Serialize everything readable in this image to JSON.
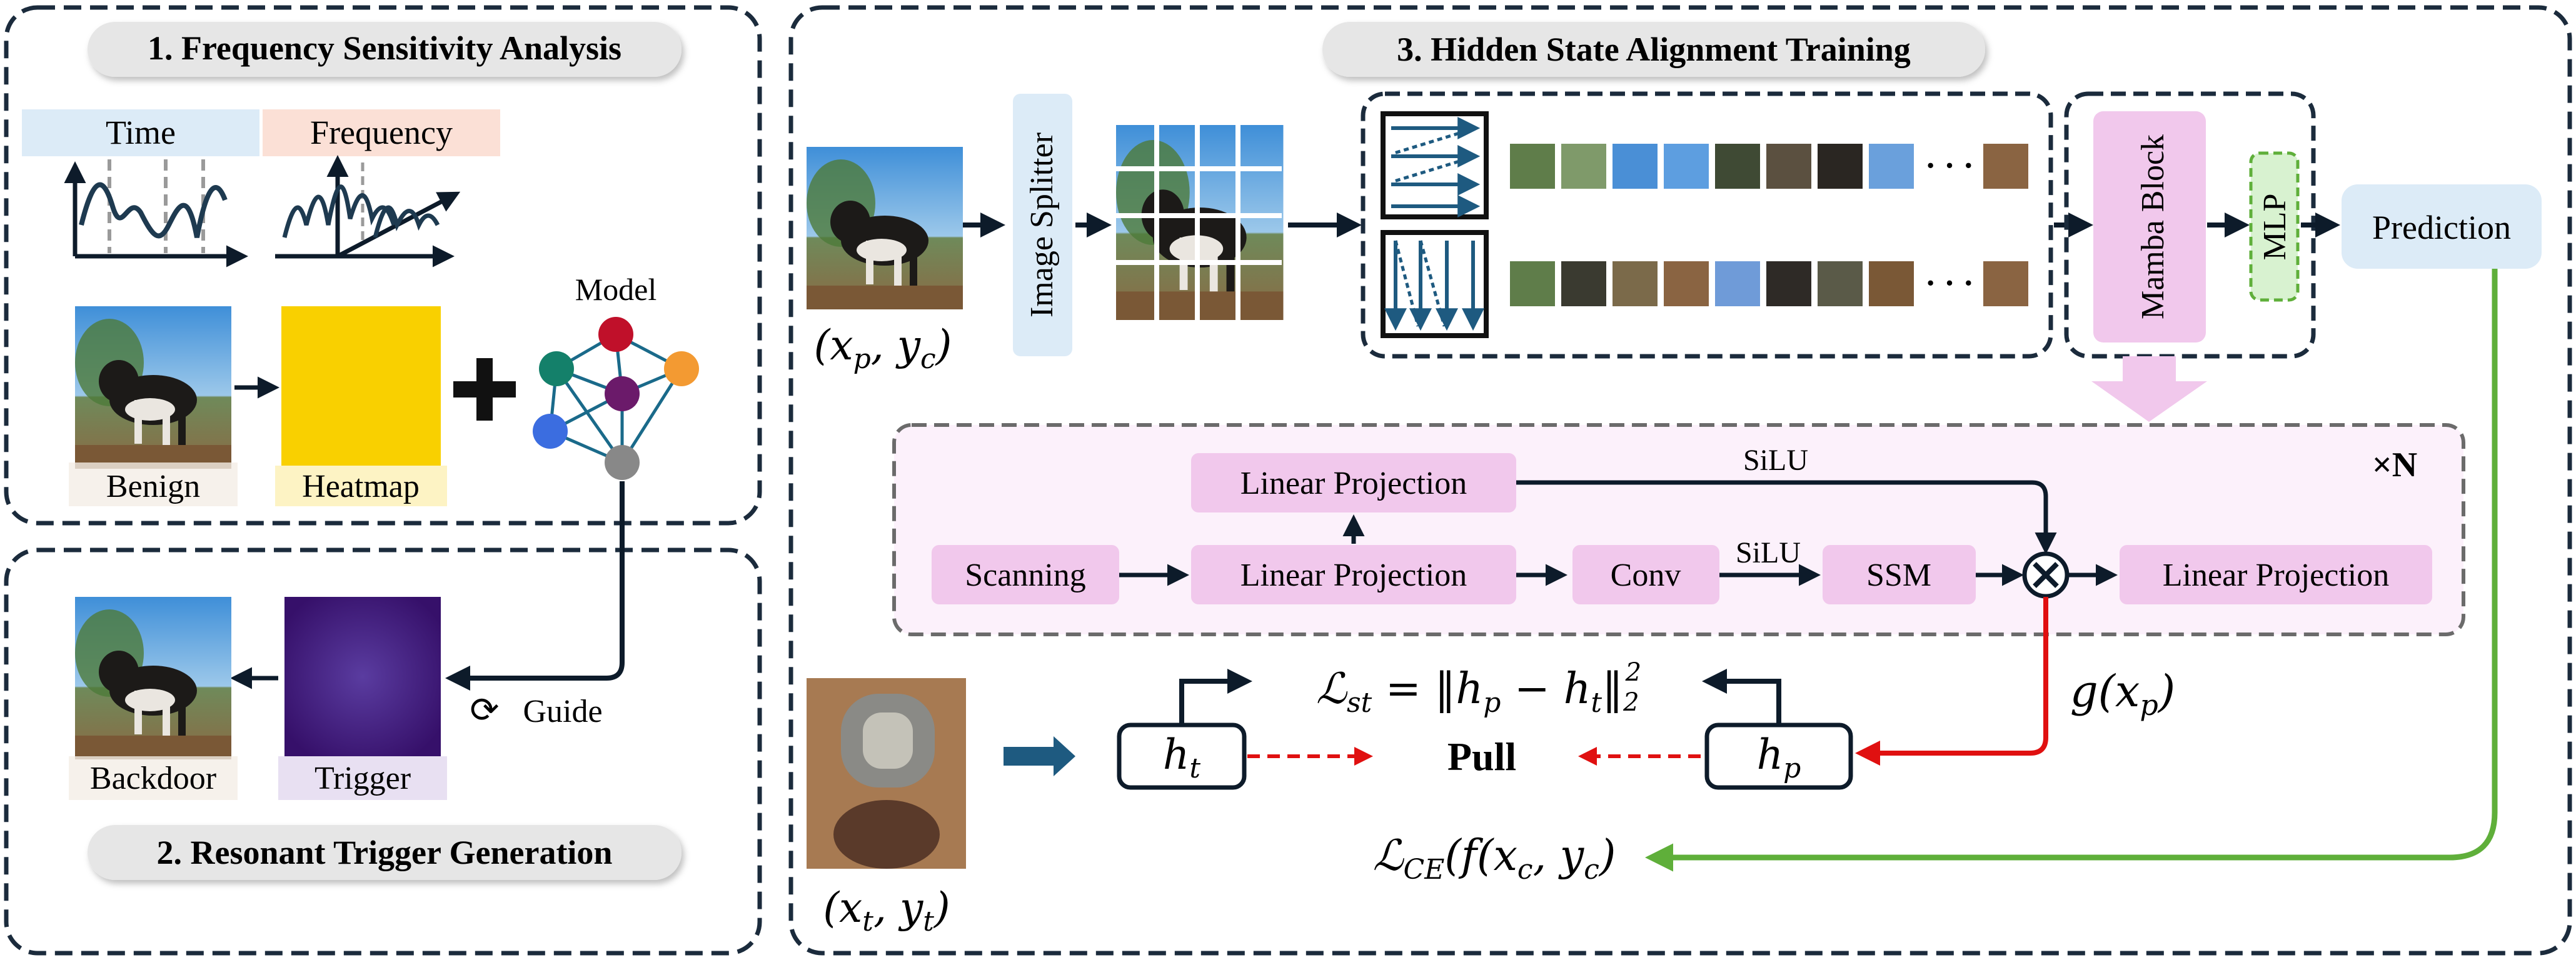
{
  "panel1": {
    "title": "1. Frequency Sensitivity Analysis",
    "time_label": "Time",
    "freq_label": "Frequency",
    "model_label": "Model",
    "benign_label": "Benign",
    "heatmap_label": "Heatmap"
  },
  "panel2": {
    "title": "2. Resonant Trigger Generation",
    "backdoor_label": "Backdoor",
    "trigger_label": "Trigger",
    "guide_label": "Guide"
  },
  "panel3": {
    "title": "3. Hidden State Alignment Training",
    "input_label": "(x_p, y_c)",
    "image_splitter": "Image Splitter",
    "ellipsis": "· · ·",
    "mamba_block": "Mamba Block",
    "mlp": "MLP",
    "prediction": "Prediction",
    "repeat_label": "×N",
    "silu_top": "SiLU",
    "silu_mid": "SiLU",
    "linear_projection_top": "Linear Projection",
    "scanning": "Scanning",
    "linear_projection_mid": "Linear Projection",
    "conv": "Conv",
    "ssm": "SSM",
    "linear_projection_out": "Linear Projection",
    "g_label": "g(x_p)",
    "target_label": "(x_t, y_t)",
    "ht": "h_t",
    "hp": "h_p",
    "pull": "Pull",
    "loss_st": "ℒ_st = ‖h_p − h_t‖₂²",
    "loss_ce": "ℒ_CE(f(x_c, y_c)"
  },
  "colors": {
    "panel_border": "#1b2b3c",
    "title_pill": "#e6e6e6",
    "pink_box": "#f1c8ec",
    "blue_box": "#dcebf7",
    "mlp_box": "#d8f2d0",
    "heatmap": "#f9d000",
    "trigger": "#3d1470",
    "red_arrow": "#e01010",
    "green_arrow": "#5faf3a",
    "dark_arrow": "#0d1b2a",
    "block_bg": "#fcf1fb",
    "dashed_gray": "#6b6b6b"
  }
}
